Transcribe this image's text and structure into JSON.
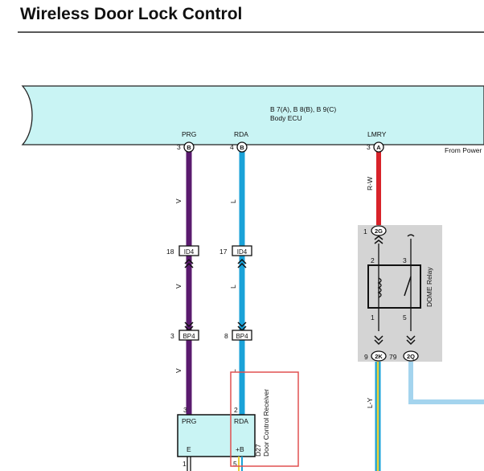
{
  "header": {
    "title": "Wireless Door Lock Control"
  },
  "ecu": {
    "connectors": "B 7(A), B 8(B), B 9(C)",
    "name": "Body ECU",
    "from_power": "From Power",
    "pins": [
      {
        "pin": "3",
        "conn": "B",
        "label": "PRG"
      },
      {
        "pin": "4",
        "conn": "B",
        "label": "RDA"
      },
      {
        "pin": "3",
        "conn": "A",
        "label": "LMRY"
      }
    ]
  },
  "wires": {
    "prg_color": "V",
    "rda_color": "L",
    "lmry_color": "R-W",
    "ly_color": "L-Y"
  },
  "junctions": {
    "id4": {
      "label": "ID4",
      "prg_pin": "18",
      "rda_pin": "17"
    },
    "bp4": {
      "label": "BP4",
      "prg_pin": "3",
      "rda_pin": "8"
    }
  },
  "relay": {
    "name": "DOME Relay",
    "in_pin": "1",
    "in_conn": "2G",
    "t2": "2",
    "t3": "3",
    "t1": "1",
    "t5": "5",
    "out1_pin": "9",
    "out1_conn": "2K",
    "out2_pin": "79",
    "out2_conn": "2Q"
  },
  "receiver": {
    "id": "D27",
    "name": "Door Control Receiver",
    "pin_prg": "3",
    "pin_rda": "2",
    "label_prg": "PRG",
    "label_rda": "RDA",
    "label_e": "E",
    "label_b": "+B",
    "pin_e": "1",
    "pin_b": "5"
  },
  "colors": {
    "ecu_fill": "#c9f4f4",
    "violet": "#5a1a6e",
    "blue": "#1aa2d8",
    "red": "#d8232a",
    "light_blue": "#a4d4ee",
    "yellow": "#e8d23a",
    "relay_bg": "#d4d4d4",
    "highlight": "#e05050"
  }
}
